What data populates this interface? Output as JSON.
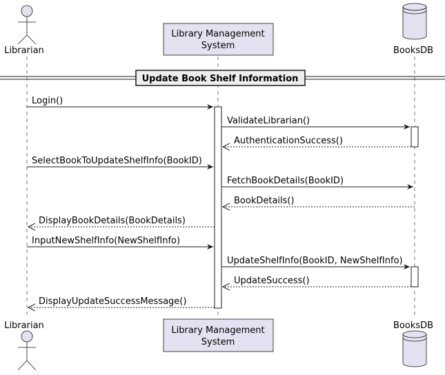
{
  "diagram": {
    "frame_title": "Update Book Shelf Information",
    "participants": {
      "librarian": {
        "label": "Librarian",
        "kind": "actor"
      },
      "system": {
        "line1": "Library Management",
        "line2": "System",
        "kind": "participant"
      },
      "db": {
        "label": "BooksDB",
        "kind": "database"
      }
    },
    "messages": [
      {
        "from": "librarian",
        "to": "system",
        "label": "Login()",
        "style": "sync"
      },
      {
        "from": "system",
        "to": "db",
        "label": "ValidateLibrarian()",
        "style": "sync"
      },
      {
        "from": "db",
        "to": "system",
        "label": "AuthenticationSuccess()",
        "style": "return"
      },
      {
        "from": "librarian",
        "to": "system",
        "label": "SelectBookToUpdateShelfInfo(BookID)",
        "style": "sync"
      },
      {
        "from": "system",
        "to": "db",
        "label": "FetchBookDetails(BookID)",
        "style": "sync"
      },
      {
        "from": "db",
        "to": "system",
        "label": "BookDetails()",
        "style": "return"
      },
      {
        "from": "system",
        "to": "librarian",
        "label": "DisplayBookDetails(BookDetails)",
        "style": "return"
      },
      {
        "from": "librarian",
        "to": "system",
        "label": "InputNewShelfInfo(NewShelfInfo)",
        "style": "sync"
      },
      {
        "from": "system",
        "to": "db",
        "label": "UpdateShelfInfo(BookID, NewShelfInfo)",
        "style": "sync"
      },
      {
        "from": "db",
        "to": "system",
        "label": "UpdateSuccess()",
        "style": "return"
      },
      {
        "from": "system",
        "to": "librarian",
        "label": "DisplayUpdateSuccessMessage()",
        "style": "return"
      }
    ]
  }
}
